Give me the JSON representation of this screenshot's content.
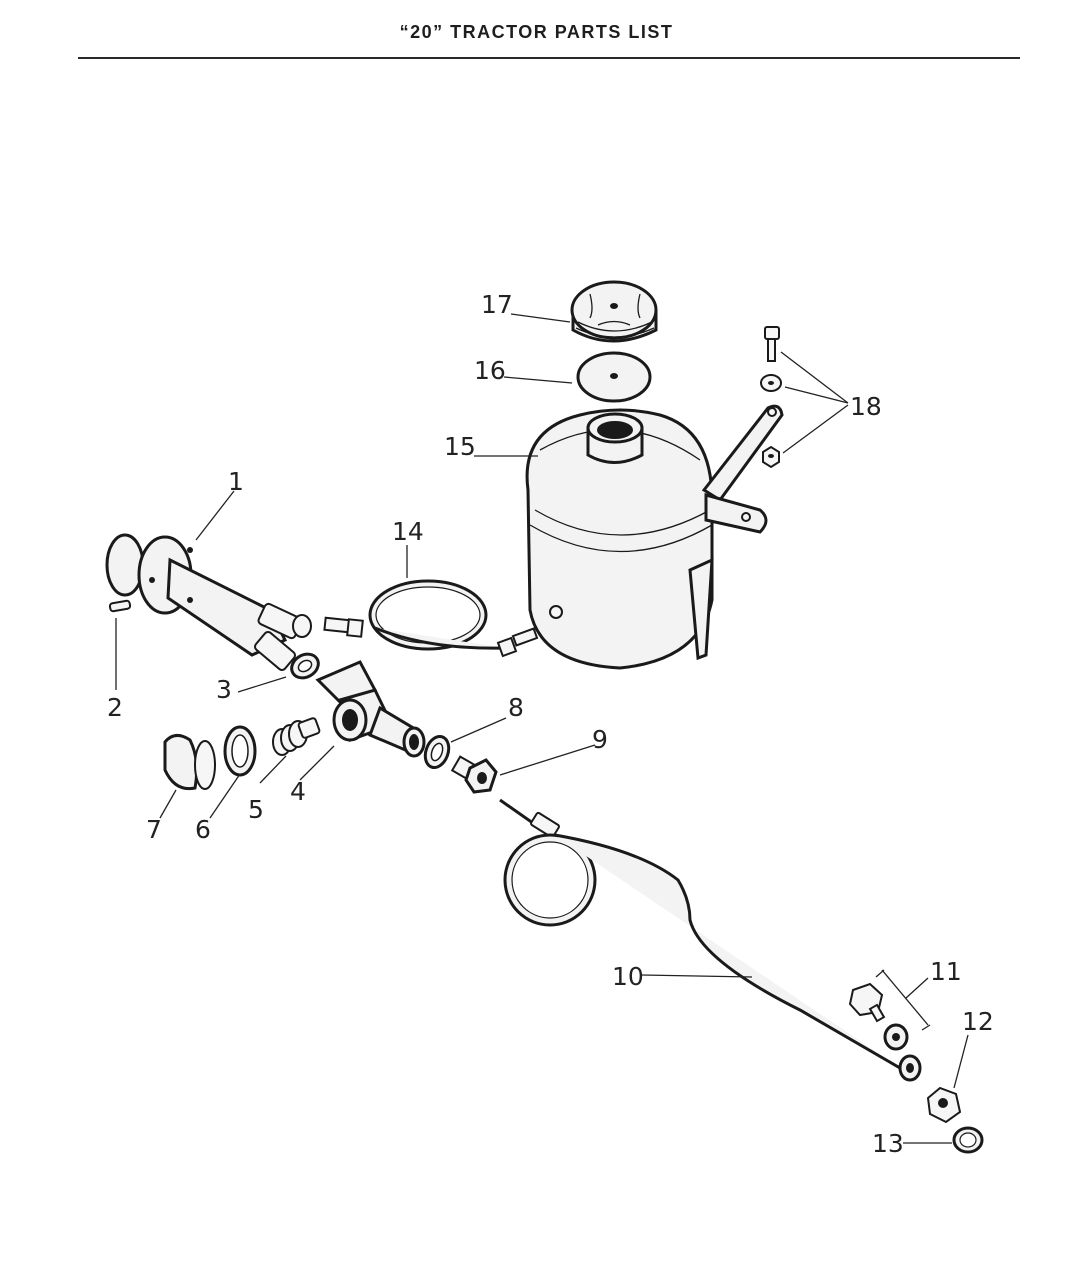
{
  "header": {
    "title": "“20” TRACTOR PARTS LIST"
  },
  "diagram": {
    "callouts": [
      {
        "id": "1",
        "label": "1"
      },
      {
        "id": "2",
        "label": "2"
      },
      {
        "id": "3",
        "label": "3"
      },
      {
        "id": "4",
        "label": "4"
      },
      {
        "id": "5",
        "label": "5"
      },
      {
        "id": "6",
        "label": "6"
      },
      {
        "id": "7",
        "label": "7"
      },
      {
        "id": "8",
        "label": "8"
      },
      {
        "id": "9",
        "label": "9"
      },
      {
        "id": "10",
        "label": "10"
      },
      {
        "id": "11",
        "label": "11"
      },
      {
        "id": "12",
        "label": "12"
      },
      {
        "id": "13",
        "label": "13"
      },
      {
        "id": "14",
        "label": "14"
      },
      {
        "id": "15",
        "label": "15"
      },
      {
        "id": "16",
        "label": "16"
      },
      {
        "id": "17",
        "label": "17"
      },
      {
        "id": "18",
        "label": "18"
      }
    ]
  }
}
